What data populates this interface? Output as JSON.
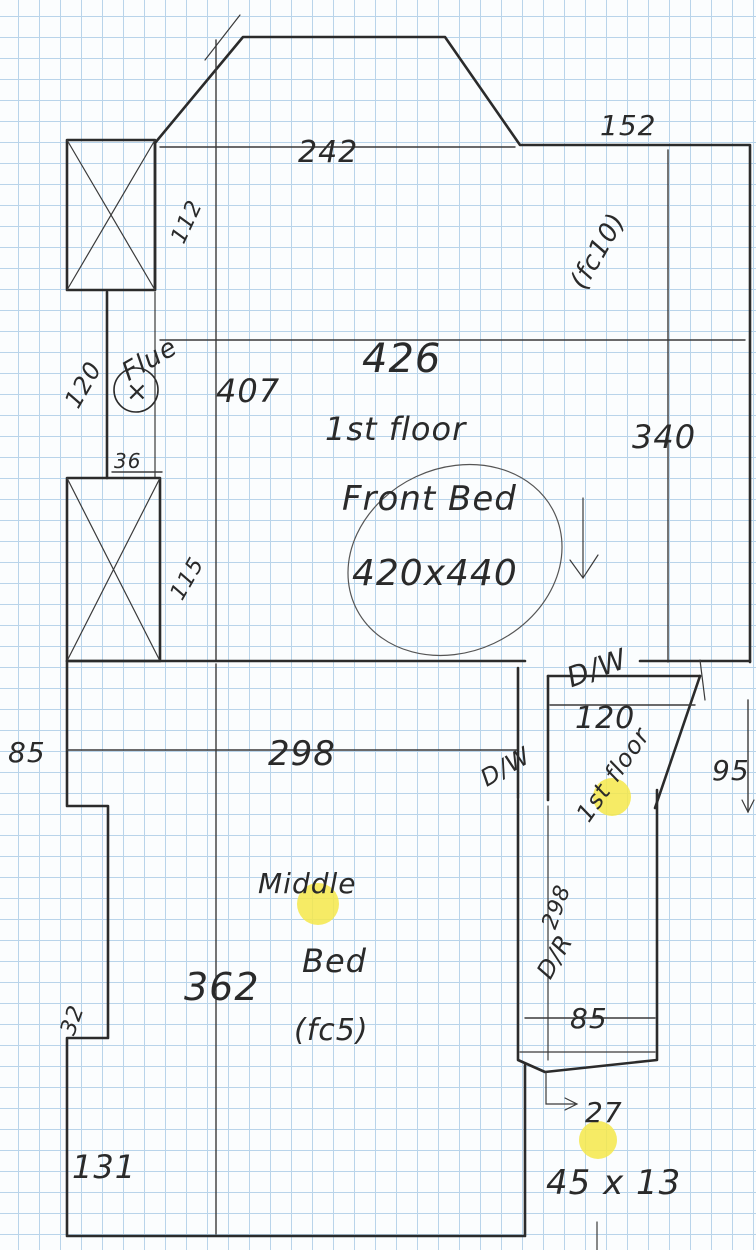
{
  "top_room": {
    "width_top": "242",
    "right_ext": "152",
    "chimney_upper": "112",
    "passage": "120",
    "flue_label": "Flue",
    "gap": "36",
    "chimney_lower": "115",
    "depth": "407",
    "width": "426",
    "floor": "1st floor",
    "name": "Front Bed",
    "area": "420x440",
    "right_depth": "340",
    "fan_code": "(fc10)"
  },
  "landing": {
    "door1": "D/W",
    "width": "120",
    "door2": "D/W",
    "floor": "1st floor",
    "depth": "298",
    "door3": "D/R",
    "width2": "85",
    "right_dim": "95",
    "note_27": "27",
    "note_size": "45 x 13"
  },
  "middle_room": {
    "left_jog": "85",
    "width": "298",
    "name1": "Middle",
    "name2": "Bed",
    "fan_code": "(fc5)",
    "depth": "362",
    "jog_small": "32",
    "bottom": "131"
  },
  "colors": {
    "highlight": "#f4e84a",
    "ink": "#2b2b2b",
    "grid": "#b9d4ea"
  }
}
